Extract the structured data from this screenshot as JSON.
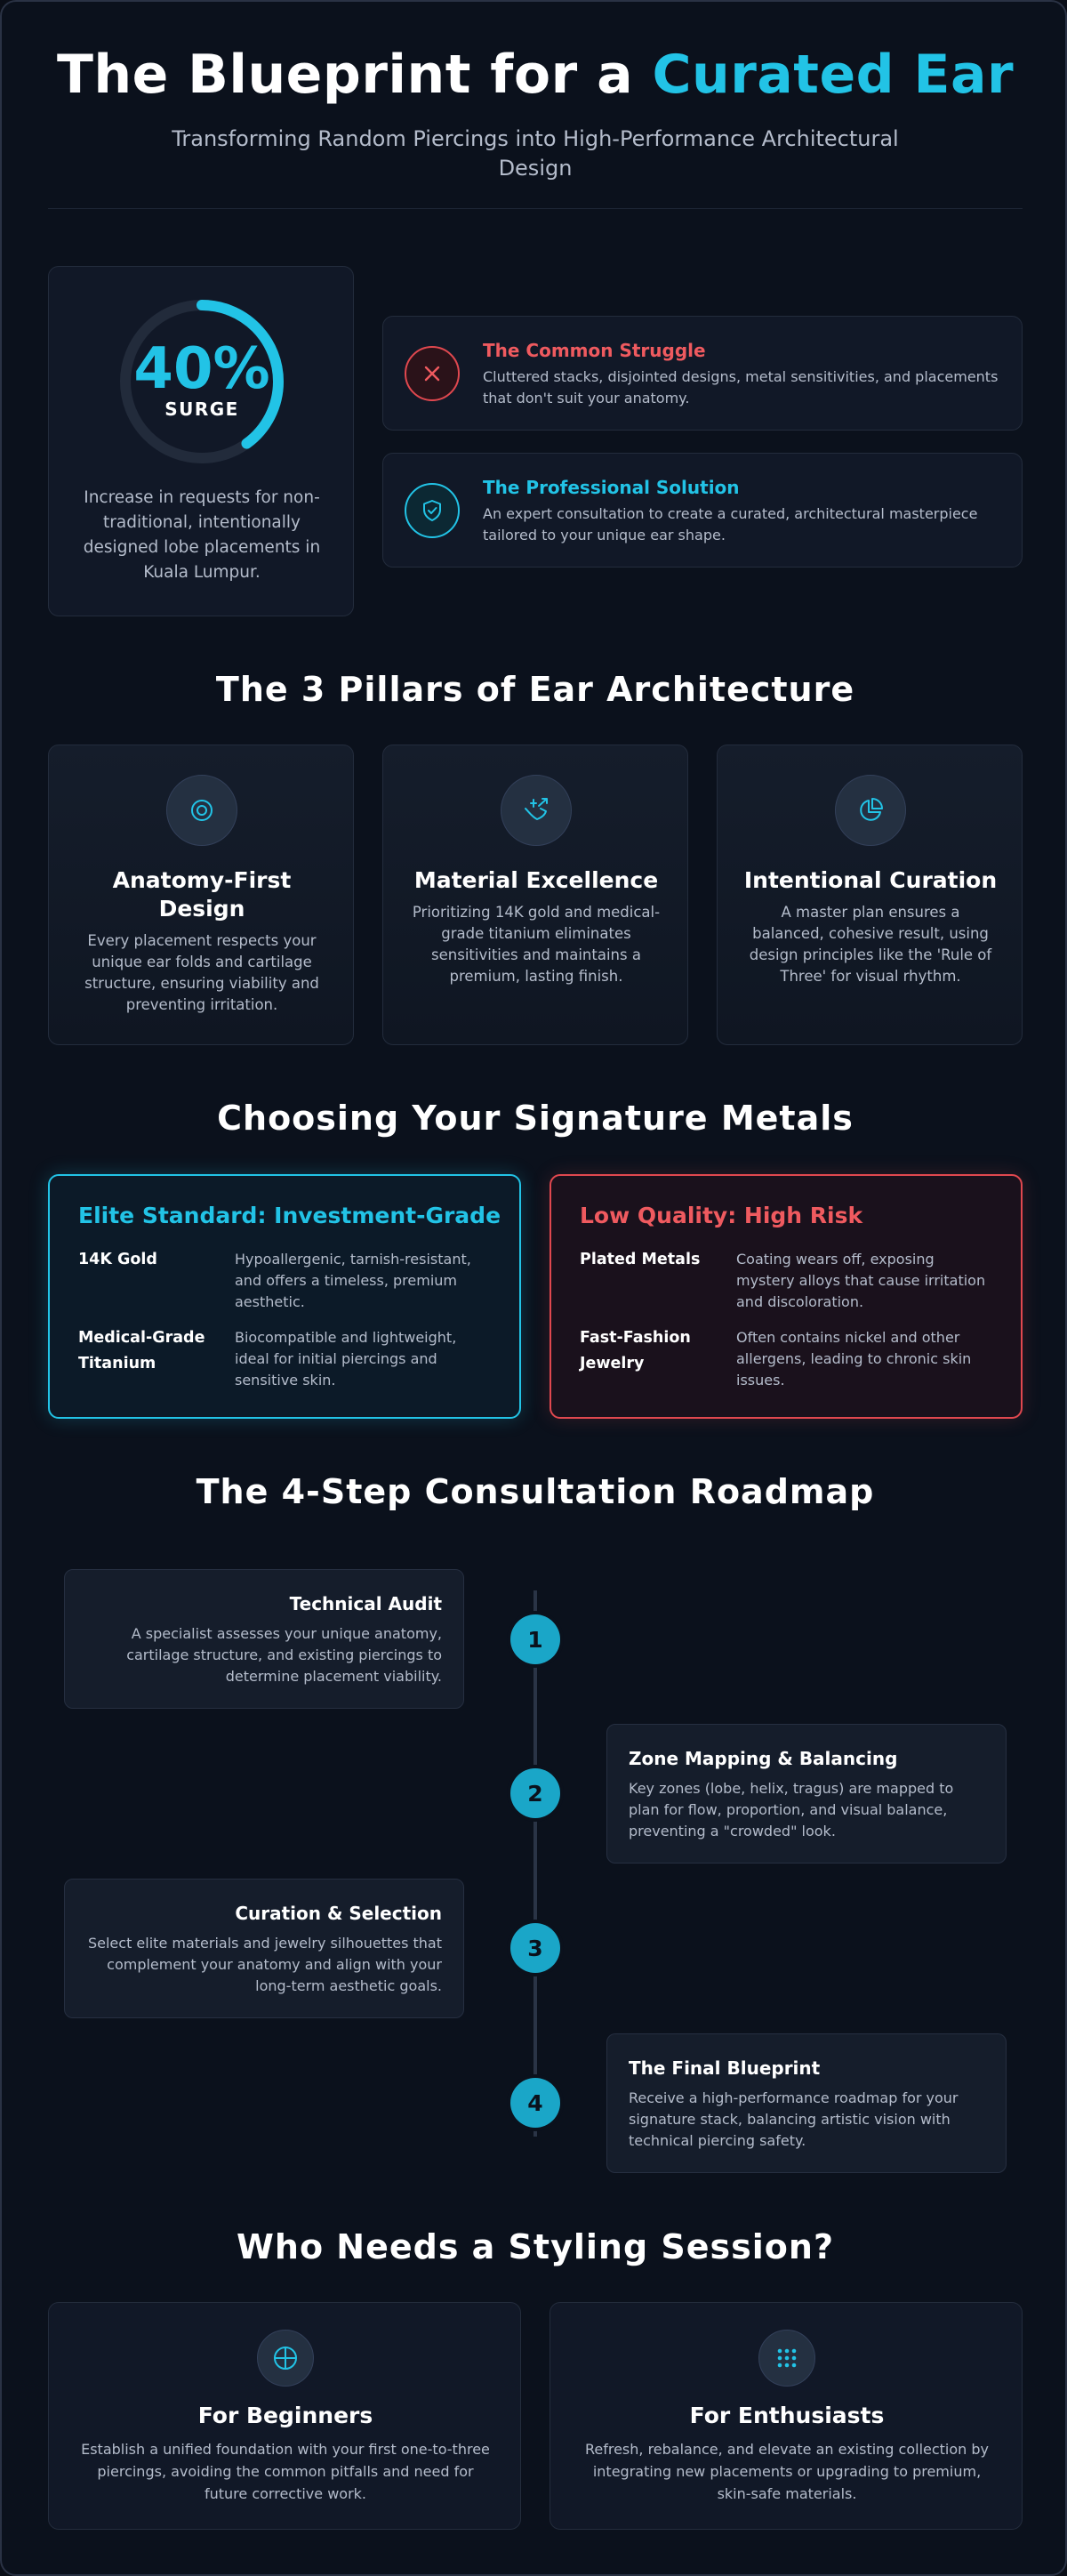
{
  "header": {
    "title_main": "The Blueprint for a ",
    "title_accent": "Curated Ear",
    "subtitle": "Transforming Random Piercings into High-Performance Architectural Design"
  },
  "surge": {
    "percent_label": "40%",
    "percent_value": 40,
    "label": "SURGE",
    "description": "Increase in requests for non-traditional, intentionally designed lobe placements in Kuala Lumpur."
  },
  "problem": {
    "icon": "close-icon",
    "title": "The Common Struggle",
    "text": "Cluttered stacks, disjointed designs, metal sensitivities, and placements that don't suit your anatomy."
  },
  "solution": {
    "icon": "shield-check-icon",
    "title": "The Professional Solution",
    "text": "An expert consultation to create a curated, architectural masterpiece tailored to your unique ear shape."
  },
  "pillars": {
    "title": "The 3 Pillars of Ear Architecture",
    "items": [
      {
        "icon": "target-icon",
        "title": "Anatomy-First Design",
        "text": "Every placement respects your unique ear folds and cartilage structure, ensuring viability and preventing irritation."
      },
      {
        "icon": "gem-icon",
        "title": "Material Excellence",
        "text": "Prioritizing 14K gold and medical-grade titanium eliminates sensitivities and maintains a premium, lasting finish."
      },
      {
        "icon": "pie-chart-icon",
        "title": "Intentional Curation",
        "text": "A master plan ensures a balanced, cohesive result, using design principles like the 'Rule of Three' for visual rhythm."
      }
    ]
  },
  "metals": {
    "title": "Choosing Your Signature Metals",
    "elite": {
      "heading": "Elite Standard: Investment-Grade",
      "rows": [
        {
          "name": "14K Gold",
          "desc": "Hypoallergenic, tarnish-resistant, and offers a timeless, premium aesthetic."
        },
        {
          "name": "Medical-Grade Titanium",
          "desc": "Biocompatible and lightweight, ideal for initial piercings and sensitive skin."
        }
      ]
    },
    "low": {
      "heading": "Low Quality: High Risk",
      "rows": [
        {
          "name": "Plated Metals",
          "desc": "Coating wears off, exposing mystery alloys that cause irritation and discoloration."
        },
        {
          "name": "Fast-Fashion Jewelry",
          "desc": "Often contains nickel and other allergens, leading to chronic skin issues."
        }
      ]
    }
  },
  "roadmap": {
    "title": "The 4-Step Consultation Roadmap",
    "steps": [
      {
        "num": "1",
        "title": "Technical Audit",
        "text": "A specialist assesses your unique anatomy, cartilage structure, and existing piercings to determine placement viability."
      },
      {
        "num": "2",
        "title": "Zone Mapping & Balancing",
        "text": "Key zones (lobe, helix, tragus) are mapped to plan for flow, proportion, and visual balance, preventing a \"crowded\" look."
      },
      {
        "num": "3",
        "title": "Curation & Selection",
        "text": "Select elite materials and jewelry silhouettes that complement your anatomy and align with your long-term aesthetic goals."
      },
      {
        "num": "4",
        "title": "The Final Blueprint",
        "text": "Receive a high-performance roadmap for your signature stack, balancing artistic vision with technical piercing safety."
      }
    ]
  },
  "audience": {
    "title": "Who Needs a Styling Session?",
    "items": [
      {
        "icon": "crosshair-circle-icon",
        "title": "For Beginners",
        "text": "Establish a unified foundation with your first one-to-three piercings, avoiding the common pitfalls and need for future corrective work."
      },
      {
        "icon": "grid-dots-icon",
        "title": "For Enthusiasts",
        "text": "Refresh, rebalance, and elevate an existing collection by integrating new placements or upgrading to premium, skin-safe materials."
      }
    ]
  },
  "colors": {
    "accent": "#22c3e6",
    "danger": "#ef5a5f",
    "background": "#0b111c",
    "card": "#111827"
  }
}
